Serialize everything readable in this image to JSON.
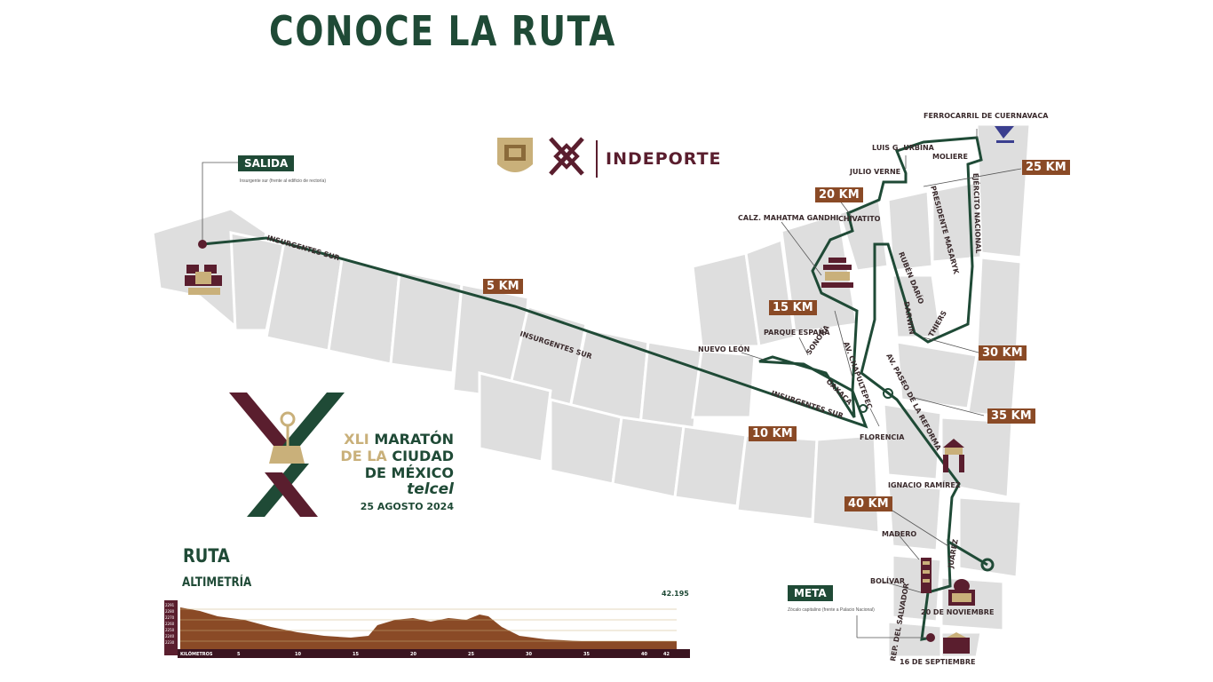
{
  "title": "CONOCE LA RUTA",
  "start": {
    "label": "SALIDA",
    "note": "Insurgente sur (frente al edificio de rectoría)"
  },
  "finish": {
    "label": "META",
    "note": "Zócalo capitalino (frente a Palacio Nacional)"
  },
  "sponsor": "INDEPORTE",
  "marathon": {
    "line1_a": "XLI",
    "line1_b": "MARATÓN",
    "line2_a": "DE LA",
    "line2_b": "CIUDAD",
    "line3": "DE MÉXICO",
    "brand": "telcel",
    "date": "25 AGOSTO 2024"
  },
  "km_markers": [
    "5 KM",
    "10 KM",
    "15 KM",
    "20 KM",
    "25 KM",
    "30 KM",
    "35 KM",
    "40 KM"
  ],
  "streets": {
    "insurgentes_sur": "INSURGENTES SUR",
    "nuevo_leon": "NUEVO LEÓN",
    "parque_espana": "PARQUE ESPAÑA",
    "sonora": "SONORA",
    "oaxaca": "OAXACA",
    "av_chapultepec": "AV. CHAPULTEPEC",
    "florencia": "FLORENCIA",
    "calz_gandhi": "CALZ. MAHATMA GANDHI",
    "chivatito": "CHIVATITO",
    "julio_verne": "JULIO VERNE",
    "luis_urbina": "LUIS G. URBINA",
    "ferrocarril": "FERROCARRIL DE CUERNAVACA",
    "moliere": "MOLIERE",
    "presidente_masaryk": "PRESIDENTE MASARYK",
    "ejercito_nacional": "EJÉRCITO NACIONAL",
    "ruben_dario": "RUBÉN DARÍO",
    "darwin": "DARWIN",
    "thiers": "THIERS",
    "av_paseo_reforma": "AV. PASEO DE LA REFORMA",
    "ignacio_ramirez": "IGNACIO RAMÍREZ",
    "juarez": "JUÁREZ",
    "madero": "MADERO",
    "bolivar": "BOLÍVAR",
    "veinte_noviembre": "20 DE NOVIEMBRE",
    "rep_salvador": "REP. DEL SALVADOR",
    "dieciseis_sept": "16 DE SEPTIEMBRE"
  },
  "profile": {
    "heading": "RUTA",
    "subheading": "ALTIMETRÍA",
    "total_distance": "42.195",
    "x_unit": "KILÓMETROS",
    "x_ticks": [
      "5",
      "10",
      "15",
      "20",
      "25",
      "30",
      "35",
      "40",
      "42"
    ],
    "y_ticks": [
      "2291",
      "2280",
      "2270",
      "2260",
      "2250",
      "2240",
      "2230"
    ]
  },
  "colors": {
    "green": "#1f4a36",
    "brown": "#8a4a26",
    "wine": "#5a1e2e",
    "gold": "#c9b07a",
    "block": "#dedede"
  }
}
